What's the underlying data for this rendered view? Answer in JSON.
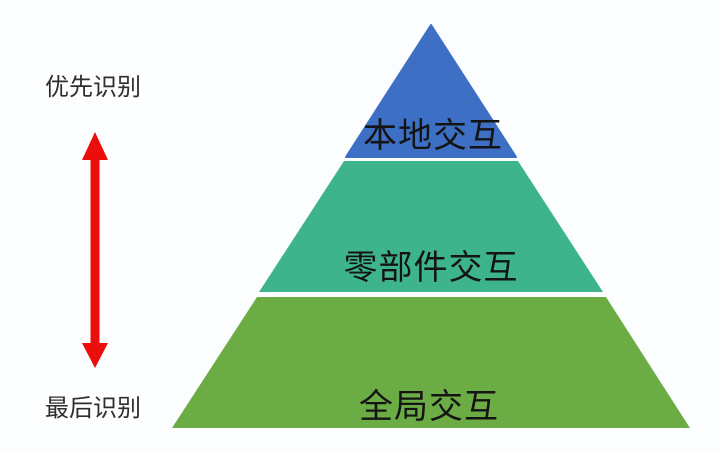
{
  "diagram": {
    "type": "pyramid",
    "pyramid": {
      "tiers": [
        {
          "rank": "top",
          "label": "本地交互",
          "color": "#3d6fc4"
        },
        {
          "rank": "middle",
          "label": "零部件交互",
          "color": "#3eb48c"
        },
        {
          "rank": "bottom",
          "label": "全局交互",
          "color": "#6bad44"
        }
      ]
    },
    "legend": {
      "top_label": "优先识别",
      "bottom_label": "最后识别",
      "arrow_icon": "double-headed-vertical-arrow",
      "arrow_color": "#ec0d0d"
    },
    "colors": {
      "background": "#fcfdfe",
      "tier_text": "#141414",
      "side_text": "#2e2e2e"
    }
  }
}
